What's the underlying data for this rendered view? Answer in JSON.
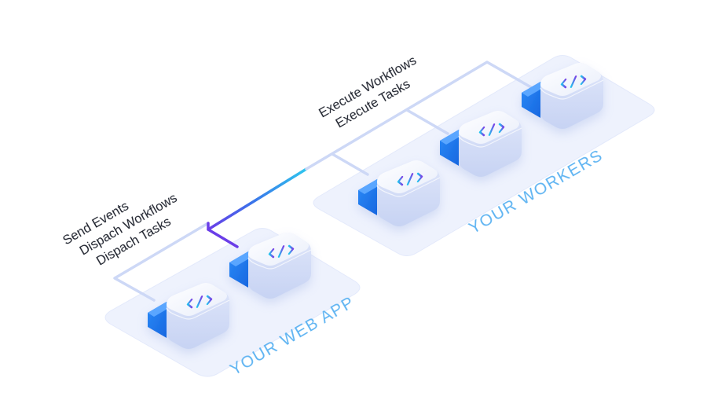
{
  "labels": {
    "app_actions": [
      "Send Events",
      "Dispach Workflows",
      "Dispach Tasks"
    ],
    "worker_actions": [
      "Execute Workflows",
      "Execute Tasks"
    ]
  },
  "zones": {
    "web_app": "YOUR WEB APP",
    "workers": "YOUR WORKERS"
  },
  "icons": {
    "server_icon": "code-brackets-icon"
  },
  "colors": {
    "zone_fill": "#eef2fd",
    "connector": "#cdd8f6",
    "accent_blue": "#1f7bf2",
    "accent_cyan": "#2fc6ee",
    "accent_purple": "#6a3de8",
    "zone_text": "#5fb4f2"
  }
}
